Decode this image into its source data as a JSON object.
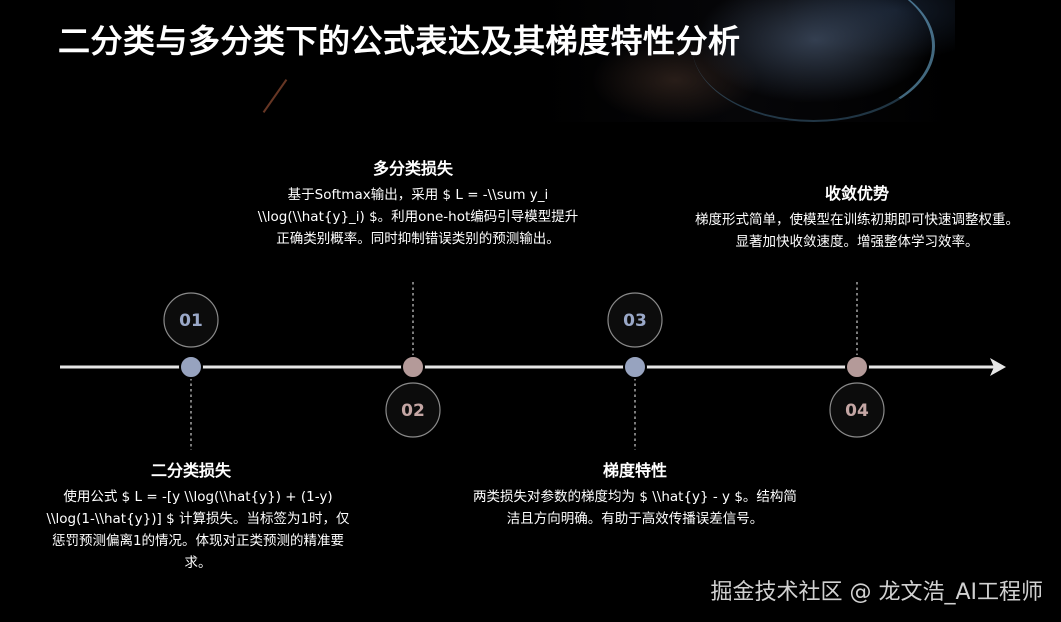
{
  "title": "二分类与多分类下的公式表达及其梯度特性分析",
  "colors": {
    "background": "#000000",
    "axis": "#e6e6e6",
    "dot_blue": "#97a3bf",
    "dot_rose": "#b49a99",
    "text_blue": "#9aa8c8",
    "text_rose": "#c4a6a4",
    "connector": "#9a9a9a",
    "ring_border": "#8a8a8a"
  },
  "steps": [
    {
      "number": "01",
      "heading": "二分类损失",
      "description": "使用公式 $ L = -[y \\\\log(\\\\hat{y}) + (1-y) \\\\log(1-\\\\hat{y})] $ 计算损失。当标签为1时，仅惩罚预测偏离1的情况。体现对正类预测的精准要求。",
      "position": "bottom",
      "accent": "blue"
    },
    {
      "number": "02",
      "heading": "多分类损失",
      "description": "基于Softmax输出，采用 $ L = -\\\\sum y_i \\\\log(\\\\hat{y}_i) $。利用one-hot编码引导模型提升正确类别概率。同时抑制错误类别的预测输出。",
      "position": "top",
      "accent": "rose"
    },
    {
      "number": "03",
      "heading": "梯度特性",
      "description": "两类损失对参数的梯度均为 $ \\\\hat{y} - y $。结构简洁且方向明确。有助于高效传播误差信号。",
      "position": "bottom",
      "accent": "blue"
    },
    {
      "number": "04",
      "heading": "收敛优势",
      "description": "梯度形式简单，使模型在训练初期即可快速调整权重。显著加快收敛速度。增强整体学习效率。",
      "position": "top",
      "accent": "rose"
    }
  ],
  "watermark": "掘金技术社区 @ 龙文浩_AI工程师"
}
